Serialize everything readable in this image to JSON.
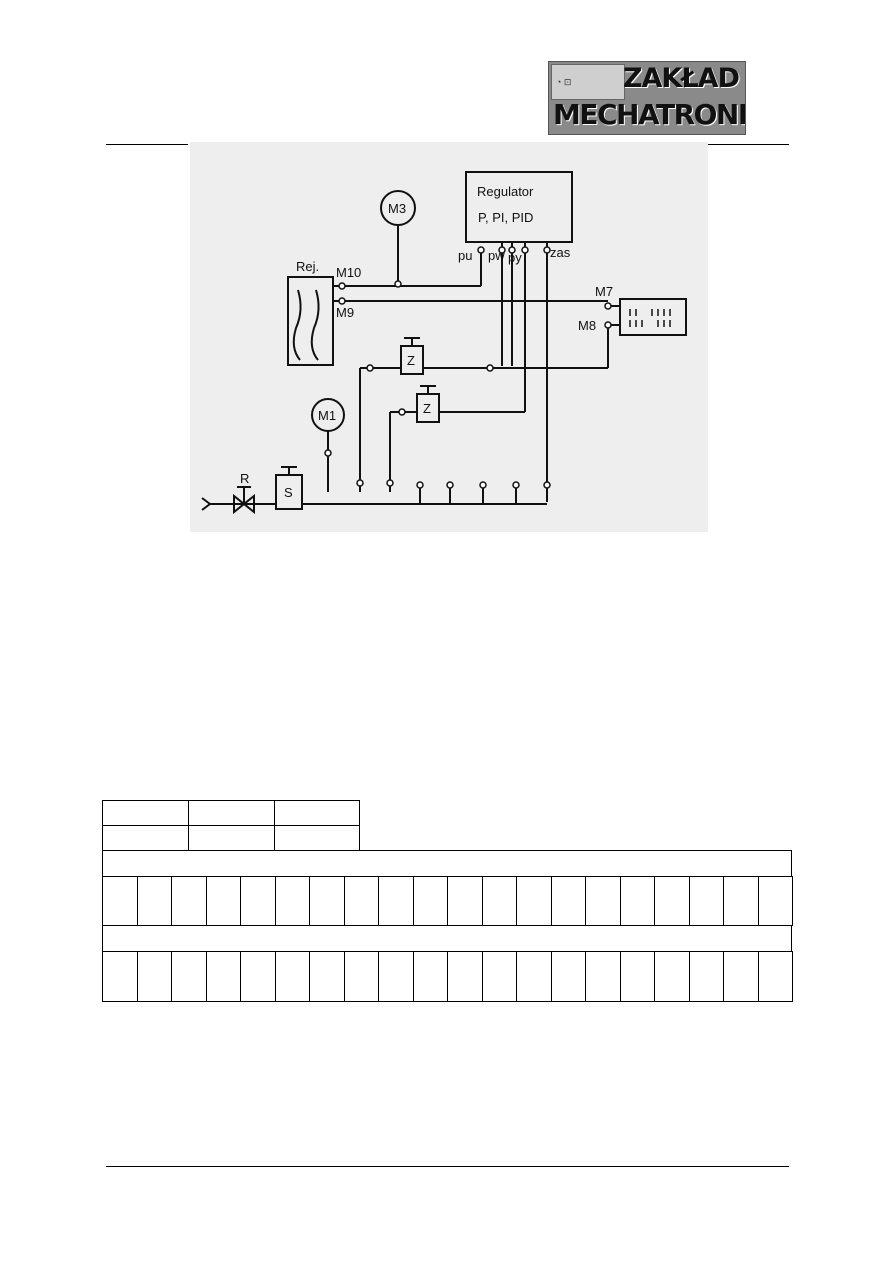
{
  "header": {
    "logo_line1": "ZAKŁAD",
    "logo_line2": "MECHATRONIKI"
  },
  "diagram": {
    "regulator_title": "Regulator",
    "regulator_modes": "P, PI, PID",
    "port_pu": "pu",
    "port_pw": "pw",
    "port_py": "py",
    "port_zas": "zas",
    "gauge_m3": "M3",
    "gauge_m1": "M1",
    "recorder": "Rej.",
    "label_m10": "M10",
    "label_m9": "M9",
    "label_m7": "M7",
    "label_m8": "M8",
    "setter_z": "Z",
    "reducer_r": "R",
    "supply_s": "S"
  },
  "table": {
    "top_rows": [
      [
        "",
        "",
        ""
      ],
      [
        "",
        "",
        ""
      ]
    ],
    "row1_header": "",
    "row1_cells": [
      "",
      "",
      "",
      "",
      "",
      "",
      "",
      "",
      "",
      "",
      "",
      "",
      "",
      "",
      "",
      "",
      "",
      "",
      "",
      "",
      ""
    ],
    "row2_header": "",
    "row2_cells": [
      "",
      "",
      "",
      "",
      "",
      "",
      "",
      "",
      "",
      "",
      "",
      "",
      "",
      "",
      "",
      "",
      "",
      "",
      "",
      "",
      ""
    ]
  }
}
